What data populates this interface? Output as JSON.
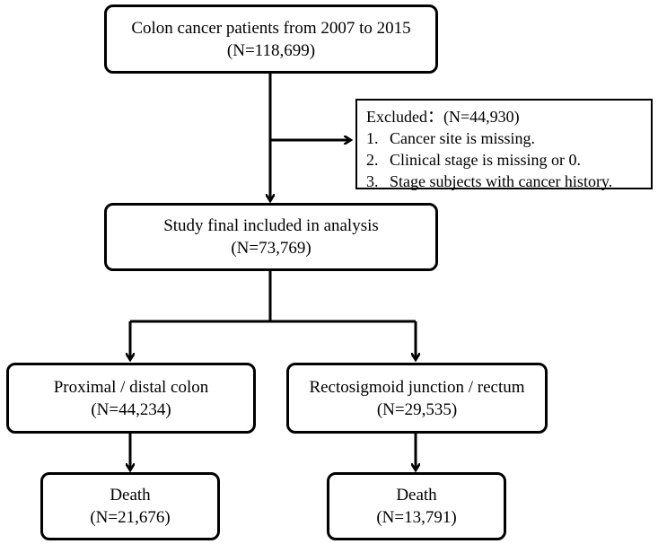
{
  "flow": {
    "start": {
      "title": "Colon cancer patients from 2007 to 2015",
      "count": "(N=118,699)"
    },
    "excluded": {
      "title": "Excluded：(N=44,930)",
      "reasons": [
        {
          "num": "1.",
          "text": "Cancer site is missing."
        },
        {
          "num": "2.",
          "text": "Clinical stage is missing or 0."
        },
        {
          "num": "3.",
          "text": "Stage subjects with cancer history."
        }
      ]
    },
    "included": {
      "title": "Study final included in analysis",
      "count": "(N=73,769)"
    },
    "left_branch": {
      "title": "Proximal / distal colon",
      "count": "(N=44,234)"
    },
    "right_branch": {
      "title": "Rectosigmoid junction / rectum",
      "count": "(N=29,535)"
    },
    "left_outcome": {
      "title": "Death",
      "count": "(N=21,676)"
    },
    "right_outcome": {
      "title": "Death",
      "count": "(N=13,791)"
    }
  },
  "colors": {
    "stroke": "#000000",
    "background": "#ffffff"
  }
}
